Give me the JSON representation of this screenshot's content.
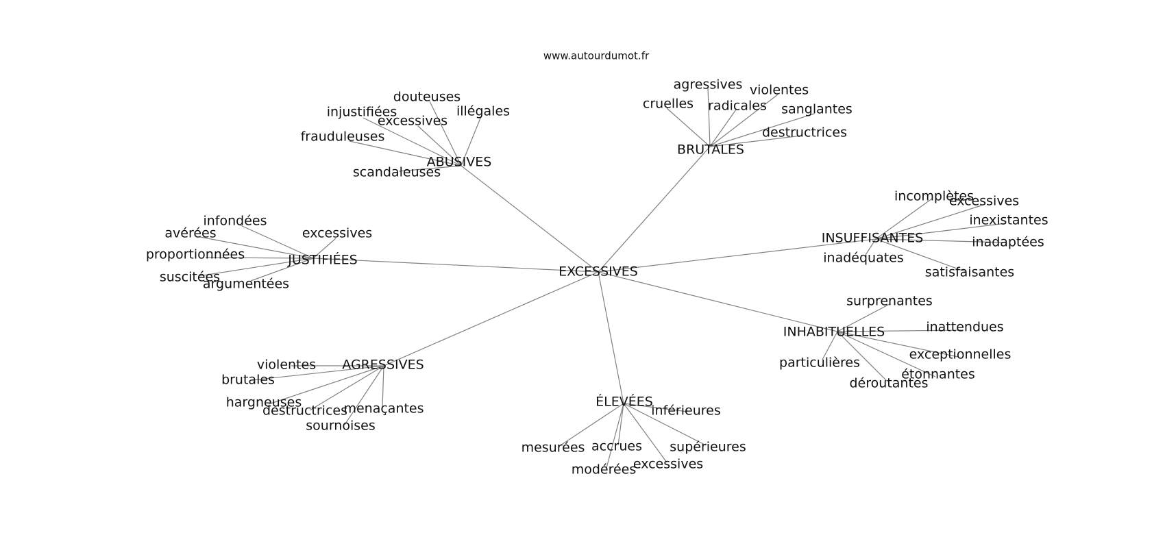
{
  "site": "www.autourdumot.fr",
  "center": "EXCESSIVES",
  "clusters": [
    {
      "word": "ABUSIVES",
      "leaves": [
        "douteuses",
        "injustifiées",
        "illégales",
        "excessives",
        "frauduleuses",
        "scandaleuses"
      ]
    },
    {
      "word": "BRUTALES",
      "leaves": [
        "agressives",
        "violentes",
        "cruelles",
        "radicales",
        "sanglantes",
        "destructrices"
      ]
    },
    {
      "word": "JUSTIFIÉES",
      "leaves": [
        "infondées",
        "avérées",
        "excessives",
        "proportionnées",
        "suscitées",
        "argumentées"
      ]
    },
    {
      "word": "INSUFFISANTES",
      "leaves": [
        "incomplètes",
        "excessives",
        "inexistantes",
        "inadaptées",
        "inadéquates",
        "satisfaisantes"
      ]
    },
    {
      "word": "INHABITUELLES",
      "leaves": [
        "surprenantes",
        "inattendues",
        "exceptionnelles",
        "particulières",
        "étonnantes",
        "déroutantes"
      ]
    },
    {
      "word": "AGRESSIVES",
      "leaves": [
        "violentes",
        "brutales",
        "hargneuses",
        "destructrices",
        "menaçantes",
        "sournoises"
      ]
    },
    {
      "word": "ÉLEVÉES",
      "leaves": [
        "inférieures",
        "mesurées",
        "accrues",
        "supérieures",
        "modérées",
        "excessives"
      ]
    }
  ]
}
